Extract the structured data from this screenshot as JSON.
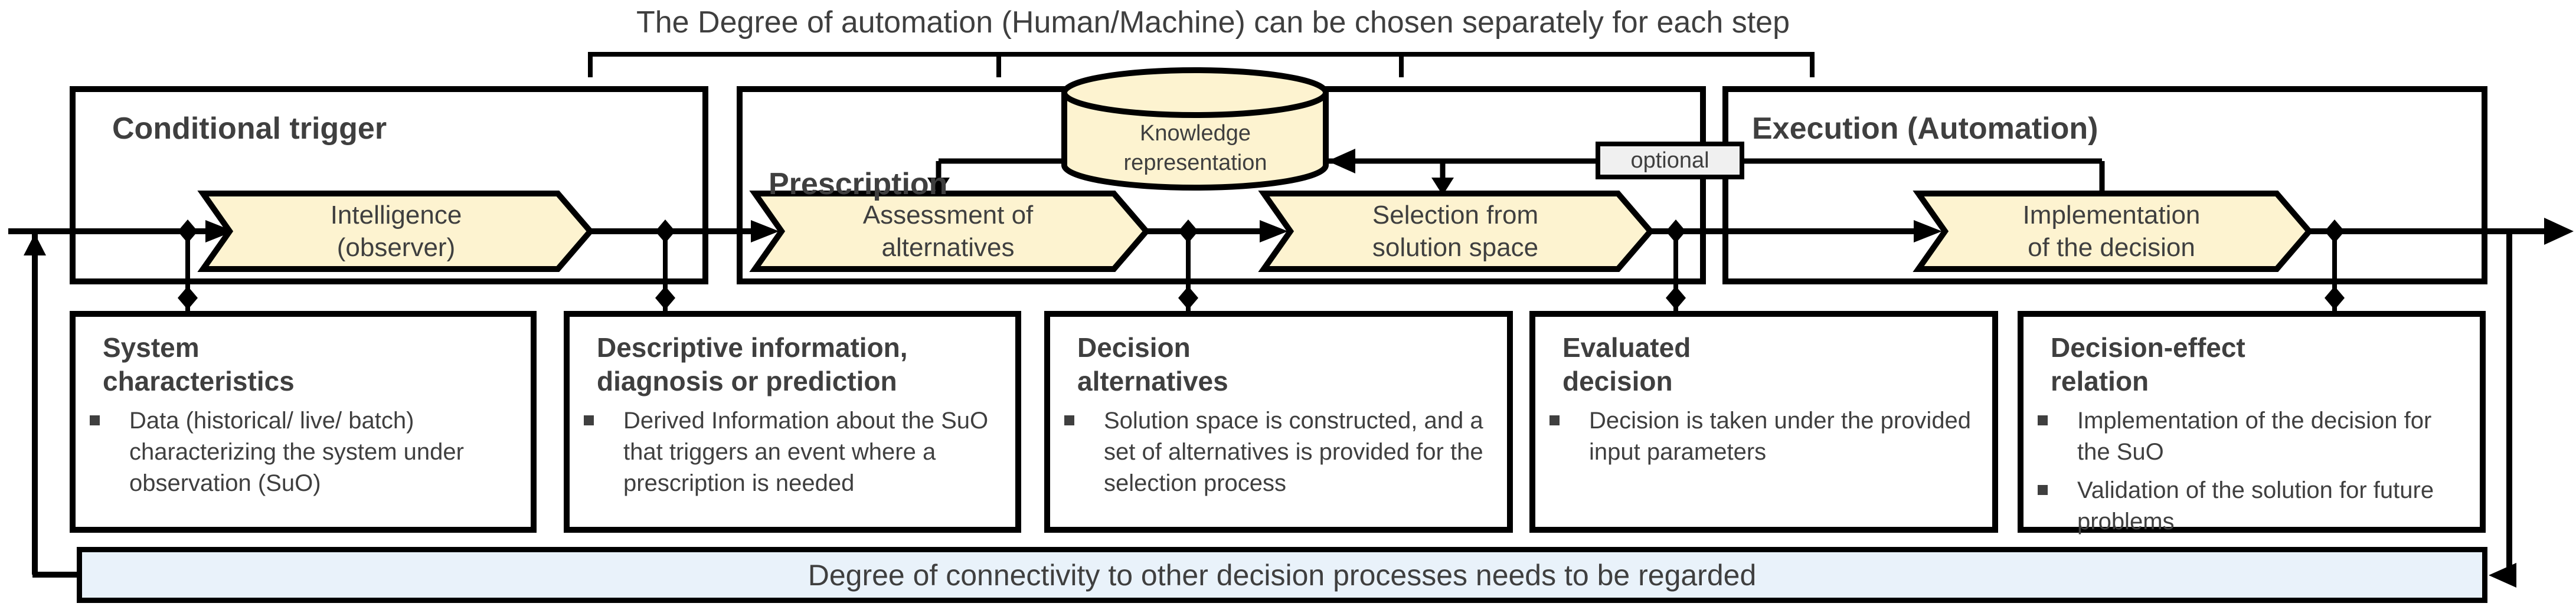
{
  "title": "The Degree of automation (Human/Machine) can be chosen separately for each step",
  "colors": {
    "process_fill": "#FDF3D0",
    "bar_fill": "#E9F2FA",
    "optional_fill": "#F0F0F0",
    "text": "#3F3F3F",
    "line": "#000000"
  },
  "icons": {
    "junction": "black-diamond",
    "flow": "right-arrowhead",
    "feedback_up": "up-arrowhead",
    "feedback_left": "left-arrowhead",
    "knowledge_store": "database-cylinder"
  },
  "sections": [
    {
      "label": "Conditional trigger"
    },
    {
      "label": "Prescription"
    },
    {
      "label": "Execution (Automation)"
    }
  ],
  "steps": [
    {
      "lines": [
        "Intelligence",
        "(observer)"
      ]
    },
    {
      "lines": [
        "Assessment of",
        "alternatives"
      ]
    },
    {
      "lines": [
        "Selection from",
        "solution space"
      ]
    },
    {
      "lines": [
        "Implementation",
        "of the decision"
      ]
    }
  ],
  "knowledge_store": {
    "lines": [
      "Knowledge",
      "representation"
    ]
  },
  "optional_label": "optional",
  "artifacts": [
    {
      "heading_lines": [
        "System",
        "characteristics"
      ],
      "bullets": [
        "Data (historical/ live/ batch) characterizing the system under observation (SuO)"
      ]
    },
    {
      "heading_lines": [
        "Descriptive information,",
        "diagnosis or prediction"
      ],
      "bullets": [
        "Derived Information about the SuO that triggers an event where a prescription is needed"
      ]
    },
    {
      "heading_lines": [
        "Decision",
        "alternatives"
      ],
      "bullets": [
        "Solution space is constructed, and a set of alternatives is provided for the selection process"
      ]
    },
    {
      "heading_lines": [
        "Evaluated",
        "decision"
      ],
      "bullets": [
        "Decision is taken under the provided input parameters"
      ]
    },
    {
      "heading_lines": [
        "Decision-effect",
        "relation"
      ],
      "bullets": [
        "Implementation of the decision for the SuO",
        "Validation of the solution for future problems"
      ]
    }
  ],
  "bottom_bar": {
    "text": "Degree of connectivity to other decision processes needs to be regarded"
  }
}
